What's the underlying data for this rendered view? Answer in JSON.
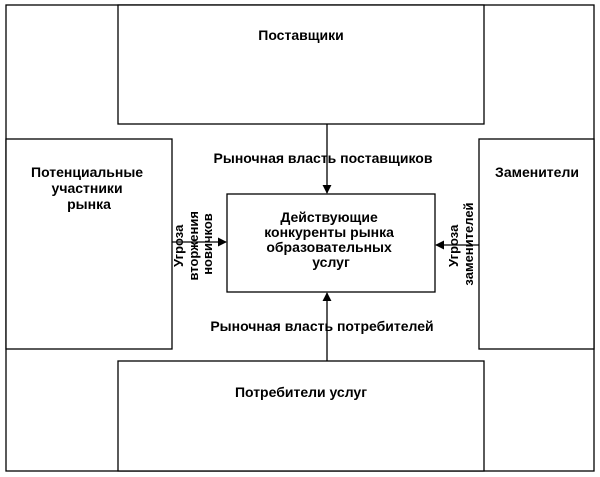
{
  "diagram": {
    "outer": {
      "label": ""
    },
    "suppliers": {
      "label": "Поставщики"
    },
    "consumers": {
      "label": "Потребители услуг"
    },
    "entrants": {
      "lines": [
        "Потенциальные",
        "участники",
        "рынка"
      ]
    },
    "substitutes": {
      "label": "Заменители"
    },
    "center": {
      "lines": [
        "Действующие",
        "конкуренты рынка",
        "образовательных",
        "услуг"
      ]
    },
    "supplier_power": "Рыночная власть поставщиков",
    "buyer_power": "Рыночная власть потребителей",
    "entrants_threat": {
      "lines": [
        "Угроза",
        "вторжения",
        "новичков"
      ]
    },
    "substitutes_threat": {
      "lines": [
        "Угроза",
        "заменителей"
      ]
    }
  }
}
